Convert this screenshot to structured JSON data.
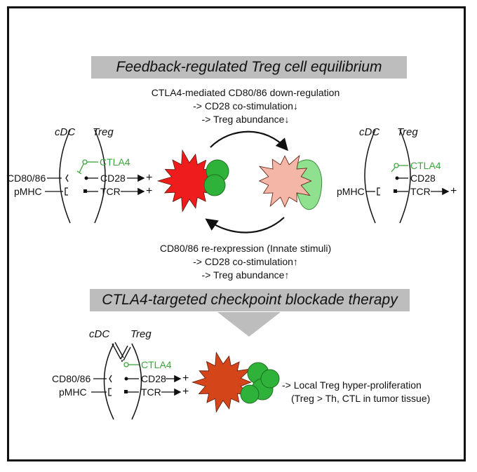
{
  "top_banner": "Feedback-regulated Treg cell equilibrium",
  "top_arrow_caption": {
    "line1": "CTLA4-mediated CD80/86 down-regulation",
    "line2": "-> CD28 co-stimulation↓",
    "line3": "-> Treg abundance↓"
  },
  "bottom_arrow_caption": {
    "line1": "CD80/86 re-rexpression (Innate stimuli)",
    "line2": "-> CD28 co-stimulation↑",
    "line3": "-> Treg abundance↑"
  },
  "left_panel": {
    "cdc": "cDC",
    "treg": "Treg",
    "ctla4": "CTLA4",
    "cd8086": "CD80/86",
    "cd28": "CD28",
    "pmhc": "pMHC",
    "tcr": "TCR",
    "plus1": "+",
    "plus2": "+"
  },
  "right_panel": {
    "cdc": "cDC",
    "treg": "Treg",
    "ctla4": "CTLA4",
    "cd28": "CD28",
    "pmhc": "pMHC",
    "tcr": "TCR",
    "plus": "+"
  },
  "bottom_banner": "CTLA4-targeted checkpoint blockade therapy",
  "bottom_panel": {
    "cdc": "cDC",
    "treg": "Treg",
    "ctla4": "CTLA4",
    "cd8086": "CD80/86",
    "cd28": "CD28",
    "pmhc": "pMHC",
    "tcr": "TCR",
    "plus1": "+",
    "plus2": "+"
  },
  "outcome": {
    "line1": "-> Local Treg hyper-proliferation",
    "line2": "(Treg > Th, CTL in tumor tissue)"
  },
  "colors": {
    "banner_gray": "#bdbdbd",
    "ctla4_green": "#3aa53a",
    "dc_red": "#ee1c1c",
    "dc_pink": "#f4b6a6",
    "dc_orange": "#d4451a",
    "treg_green": "#2fb23a",
    "treg_light_green": "#8fe08f"
  }
}
